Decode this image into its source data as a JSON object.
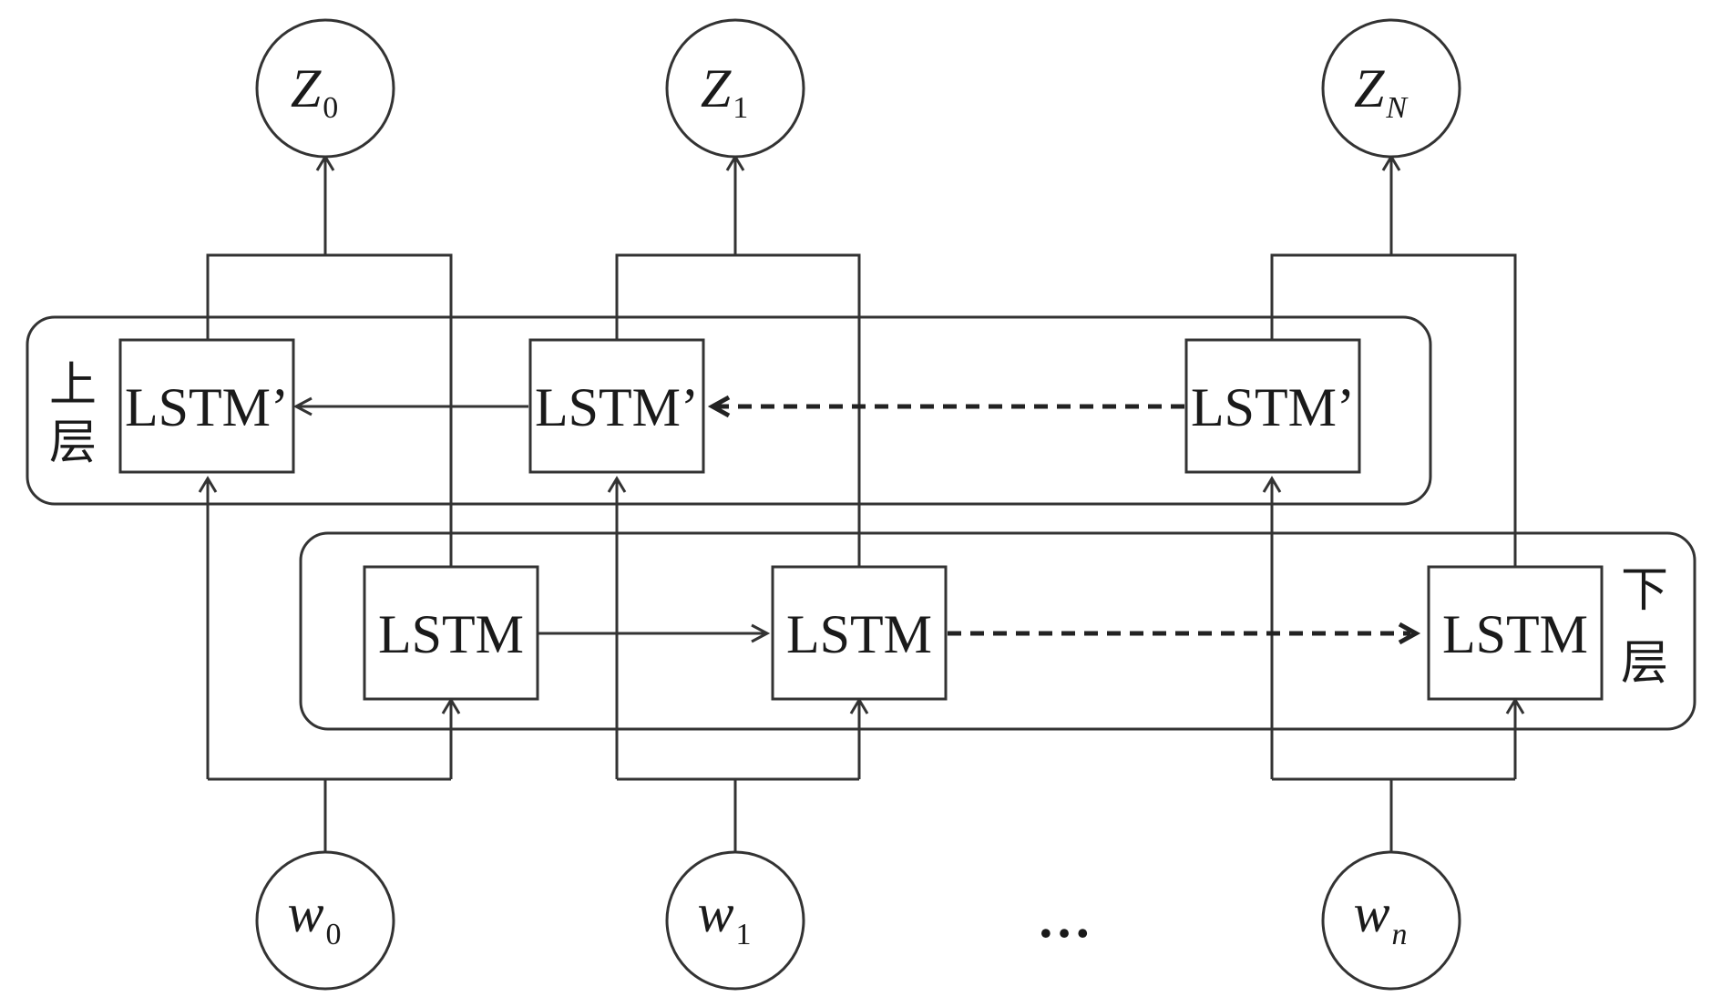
{
  "outputs": [
    {
      "base": "Z",
      "sub": "0"
    },
    {
      "base": "Z",
      "sub": "1"
    },
    {
      "base": "Z",
      "sub": "N"
    }
  ],
  "inputs": [
    {
      "base": "w",
      "sub": "0"
    },
    {
      "base": "w",
      "sub": "1"
    },
    {
      "base": "w",
      "sub": "n"
    }
  ],
  "ellipsis": "…",
  "upper_layer": {
    "label_line1": "上",
    "label_line2": "层",
    "cell_label": "LSTM’"
  },
  "lower_layer": {
    "label_line1": "下",
    "label_line2": "层",
    "cell_label": "LSTM"
  }
}
